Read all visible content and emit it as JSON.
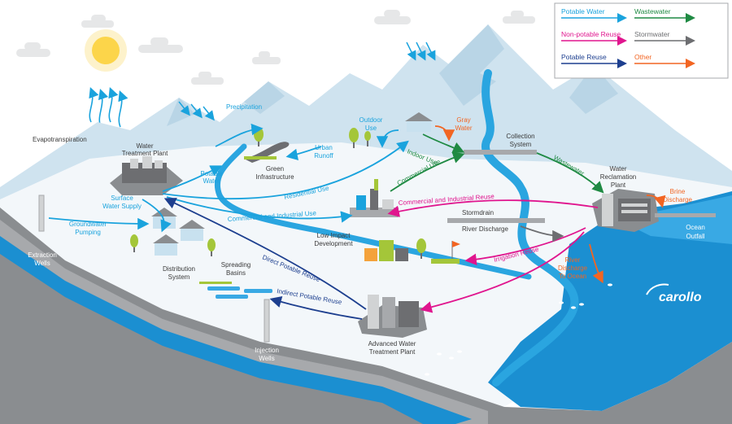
{
  "colors": {
    "potable_water": "#1aa3dd",
    "wastewater": "#1f8a43",
    "non_potable_reuse": "#e0158e",
    "stormwater": "#6d6e71",
    "potable_reuse": "#1d3f8f",
    "other": "#f26522",
    "ocean": "#1b8fd1",
    "mountain": "#cfe3ef",
    "ground": "#8a8d90"
  },
  "legend": {
    "potable_water": "Potable Water",
    "wastewater": "Wastewater",
    "non_potable_reuse": "Non-potable Reuse",
    "stormwater": "Stormwater",
    "potable_reuse": "Potable Reuse",
    "other": "Other"
  },
  "labels": {
    "evapotranspiration": "Evapotranspiration",
    "precipitation": "Precipitation",
    "water_treatment_plant_1": "Water",
    "water_treatment_plant_2": "Treatment Plant",
    "potable_water_1": "Potable",
    "potable_water_2": "Water",
    "surface_water_1": "Surface",
    "surface_water_2": "Water Supply",
    "groundwater_1": "Groundwater",
    "groundwater_2": "Pumping",
    "extraction_1": "Extraction",
    "extraction_2": "Wells",
    "distribution_1": "Distribution",
    "distribution_2": "System",
    "spreading_1": "Spreading",
    "spreading_2": "Basins",
    "green_1": "Green",
    "green_2": "Infrastructure",
    "urban_1": "Urban",
    "urban_2": "Runoff",
    "outdoor_1": "Outdoor",
    "outdoor_2": "Use",
    "gray_1": "Gray",
    "gray_2": "Water",
    "indoor_use": "Indoor Use",
    "residential_use": "Residential Use",
    "commercial_use": "Commercial Use",
    "commercial_industrial_use": "Commercial and Industrial Use",
    "commercial_industrial_reuse": "Commercial and Industrial Reuse",
    "collection_1": "Collection",
    "collection_2": "System",
    "wastewater_flow": "Wastewater",
    "reclamation_1": "Water",
    "reclamation_2": "Reclamation",
    "reclamation_3": "Plant",
    "brine_1": "Brine",
    "brine_2": "Discharge",
    "ocean_1": "Ocean",
    "ocean_2": "Outfall",
    "stormdrain": "Stormdrain",
    "river_discharge": "River Discharge",
    "low_impact_1": "Low Impact",
    "low_impact_2": "Development",
    "irrigation_reuse": "Irrigation Reuse",
    "river_ocean_1": "River",
    "river_ocean_2": "Discharge",
    "river_ocean_3": "To Ocean",
    "direct_potable": "Direct Potable Reuse",
    "indirect_potable": "Indirect Potable Reuse",
    "advanced_1": "Advanced Water",
    "advanced_2": "Treatment Plant",
    "injection_1": "Injection",
    "injection_2": "Wells"
  },
  "brand": "carollo",
  "icons": [
    "sun-icon",
    "cloud-icon",
    "rain-icon",
    "tree-icon",
    "house-icon",
    "factory-icon",
    "fish-icon",
    "flag-icon",
    "well-icon"
  ]
}
